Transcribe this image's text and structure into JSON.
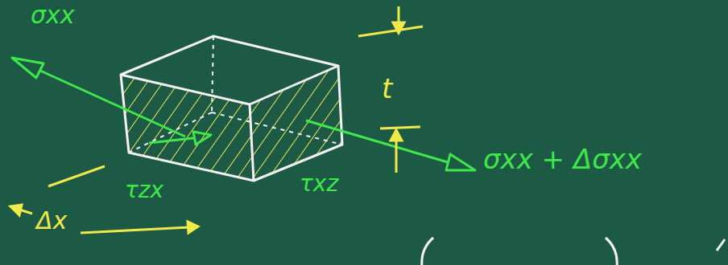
{
  "diagram": {
    "labels": [
      "σxx",
      "σxx + Δσxx",
      "τzx",
      "τxz",
      "t",
      "Δx"
    ]
  }
}
